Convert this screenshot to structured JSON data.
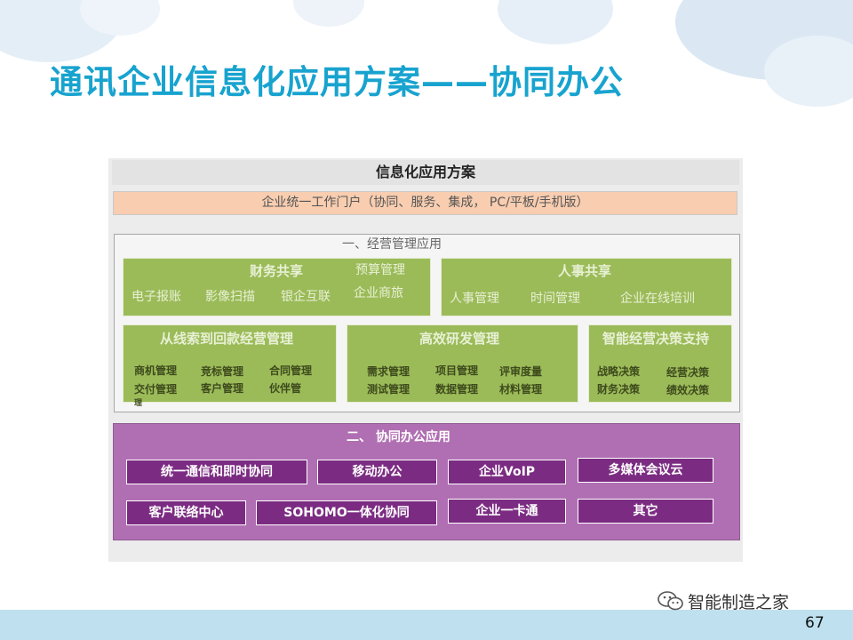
{
  "title": "通讯企业信息化应用方案——协同办公",
  "panel": {
    "title": "信息化应用方案",
    "portal": "企业统一工作门户（协同、服务、集成，  PC/平板/手机版）"
  },
  "section1": {
    "title": "一、经营管理应用",
    "finance": {
      "title": "财务共享",
      "budget": "预算管理",
      "items": [
        "电子报账",
        "影像扫描",
        "银企互联"
      ],
      "travel": "企业商旅"
    },
    "hr": {
      "title": "人事共享",
      "items": [
        "人事管理",
        "时间管理",
        "企业在线培训"
      ]
    },
    "lead": {
      "title": "从线索到回款经营管理",
      "items": [
        "商机管理",
        "竞标管理",
        "合同管理",
        "交付管理",
        "客户管理",
        "伙伴管",
        "理"
      ]
    },
    "rd": {
      "title": "高效研发管理",
      "items": [
        "需求管理",
        "项目管理",
        "评审度量",
        "测试管理",
        "数据管理",
        "材料管理"
      ]
    },
    "decision": {
      "title": "智能经营决策支持",
      "items": [
        "战略决策",
        "经营决策",
        "财务决策",
        "绩效决策"
      ]
    }
  },
  "section2": {
    "title": "二、 协同办公应用",
    "buttons": [
      "统一通信和即时协同",
      "移动办公",
      "企业VoIP",
      "多媒体会议云",
      "客户联络中心",
      "SOHOMO一体化协同",
      "企业一卡通",
      "其它"
    ]
  },
  "footer": {
    "watermark": "智能制造之家",
    "page_number": "67"
  },
  "colors": {
    "title": "#18a3cf",
    "green_box": "#9bbb59",
    "purple_section": "#b06fb3",
    "purple_button": "#7b2c82",
    "portal": "#f8cdb0",
    "bottom_band": "#bfe0ee"
  }
}
